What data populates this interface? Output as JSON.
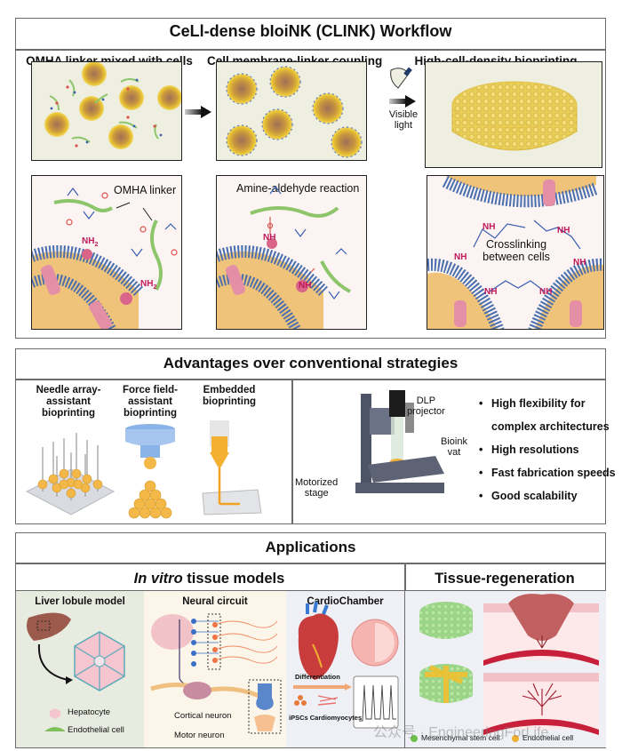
{
  "workflow": {
    "title": "CeLl-dense bIoiNK (CLINK) Workflow",
    "steps": [
      {
        "label": "OMHA linker mixed with cells",
        "detail_label": "OMHA linker"
      },
      {
        "label": "Cell membrane-linker coupling",
        "detail_label": "Amine-aldehyde reaction"
      },
      {
        "label": "High-cell-density bioprinting",
        "detail_label": "Crosslinking between cells"
      }
    ],
    "arrow2_label_line1": "Visible",
    "arrow2_label_line2": "light",
    "chem_labels": {
      "nh2": "NH",
      "nh2_sub": "2",
      "nh": "NH",
      "o": "O"
    },
    "crosslink_line1": "Crosslinking",
    "crosslink_line2": "between cells"
  },
  "advantages": {
    "title": "Advantages over conventional strategies",
    "conventional": [
      {
        "lines": [
          "Needle array-",
          "assistant",
          "bioprinting"
        ]
      },
      {
        "lines": [
          "Force field-",
          "assistant",
          "bioprinting"
        ]
      },
      {
        "lines": [
          "Embedded",
          "bioprinting"
        ]
      }
    ],
    "device_labels": {
      "dlp_line1": "DLP",
      "dlp_line2": "projector",
      "vat_line1": "Bioink",
      "vat_line2": "vat",
      "stage_line1": "Motorized",
      "stage_line2": "stage"
    },
    "bullets": [
      "High flexibility for",
      "complex architectures",
      "High resolutions",
      "Fast fabrication speeds",
      "Good scalability"
    ]
  },
  "applications": {
    "title": "Applications",
    "invitro_title_italic": "In vitro",
    "invitro_title_rest": " tissue models",
    "regen_title": "Tissue-regeneration",
    "liver": {
      "title": "Liver lobule model",
      "legend": [
        "Hepatocyte",
        "Endothelial cell"
      ]
    },
    "neural": {
      "title": "Neural circuit",
      "legend": [
        "Cortical neuron",
        "Motor neuron"
      ]
    },
    "cardio": {
      "title": "CardioChamber",
      "differentiation": "Differentiation",
      "cells_label": "iPSCs Cardiomyocytes"
    },
    "regen_legend": [
      "Mesenchymal stem cell",
      "Endothelial cell"
    ]
  },
  "watermark": "公众号 · EngineeringForLife",
  "colors": {
    "border": "#6b6b6b",
    "panel_bg": "#eeefe0",
    "cell_yellow": "#e8c332",
    "cell_core": "#a87a5a",
    "membrane_blue": "#4a6fae",
    "linker_green": "#8dc56b",
    "chem_blue": "#3a5fb0",
    "chem_red": "#d9534f",
    "nh_magenta": "#c0185a",
    "orange": "#f0b43c",
    "device_gray": "#5d6374"
  }
}
